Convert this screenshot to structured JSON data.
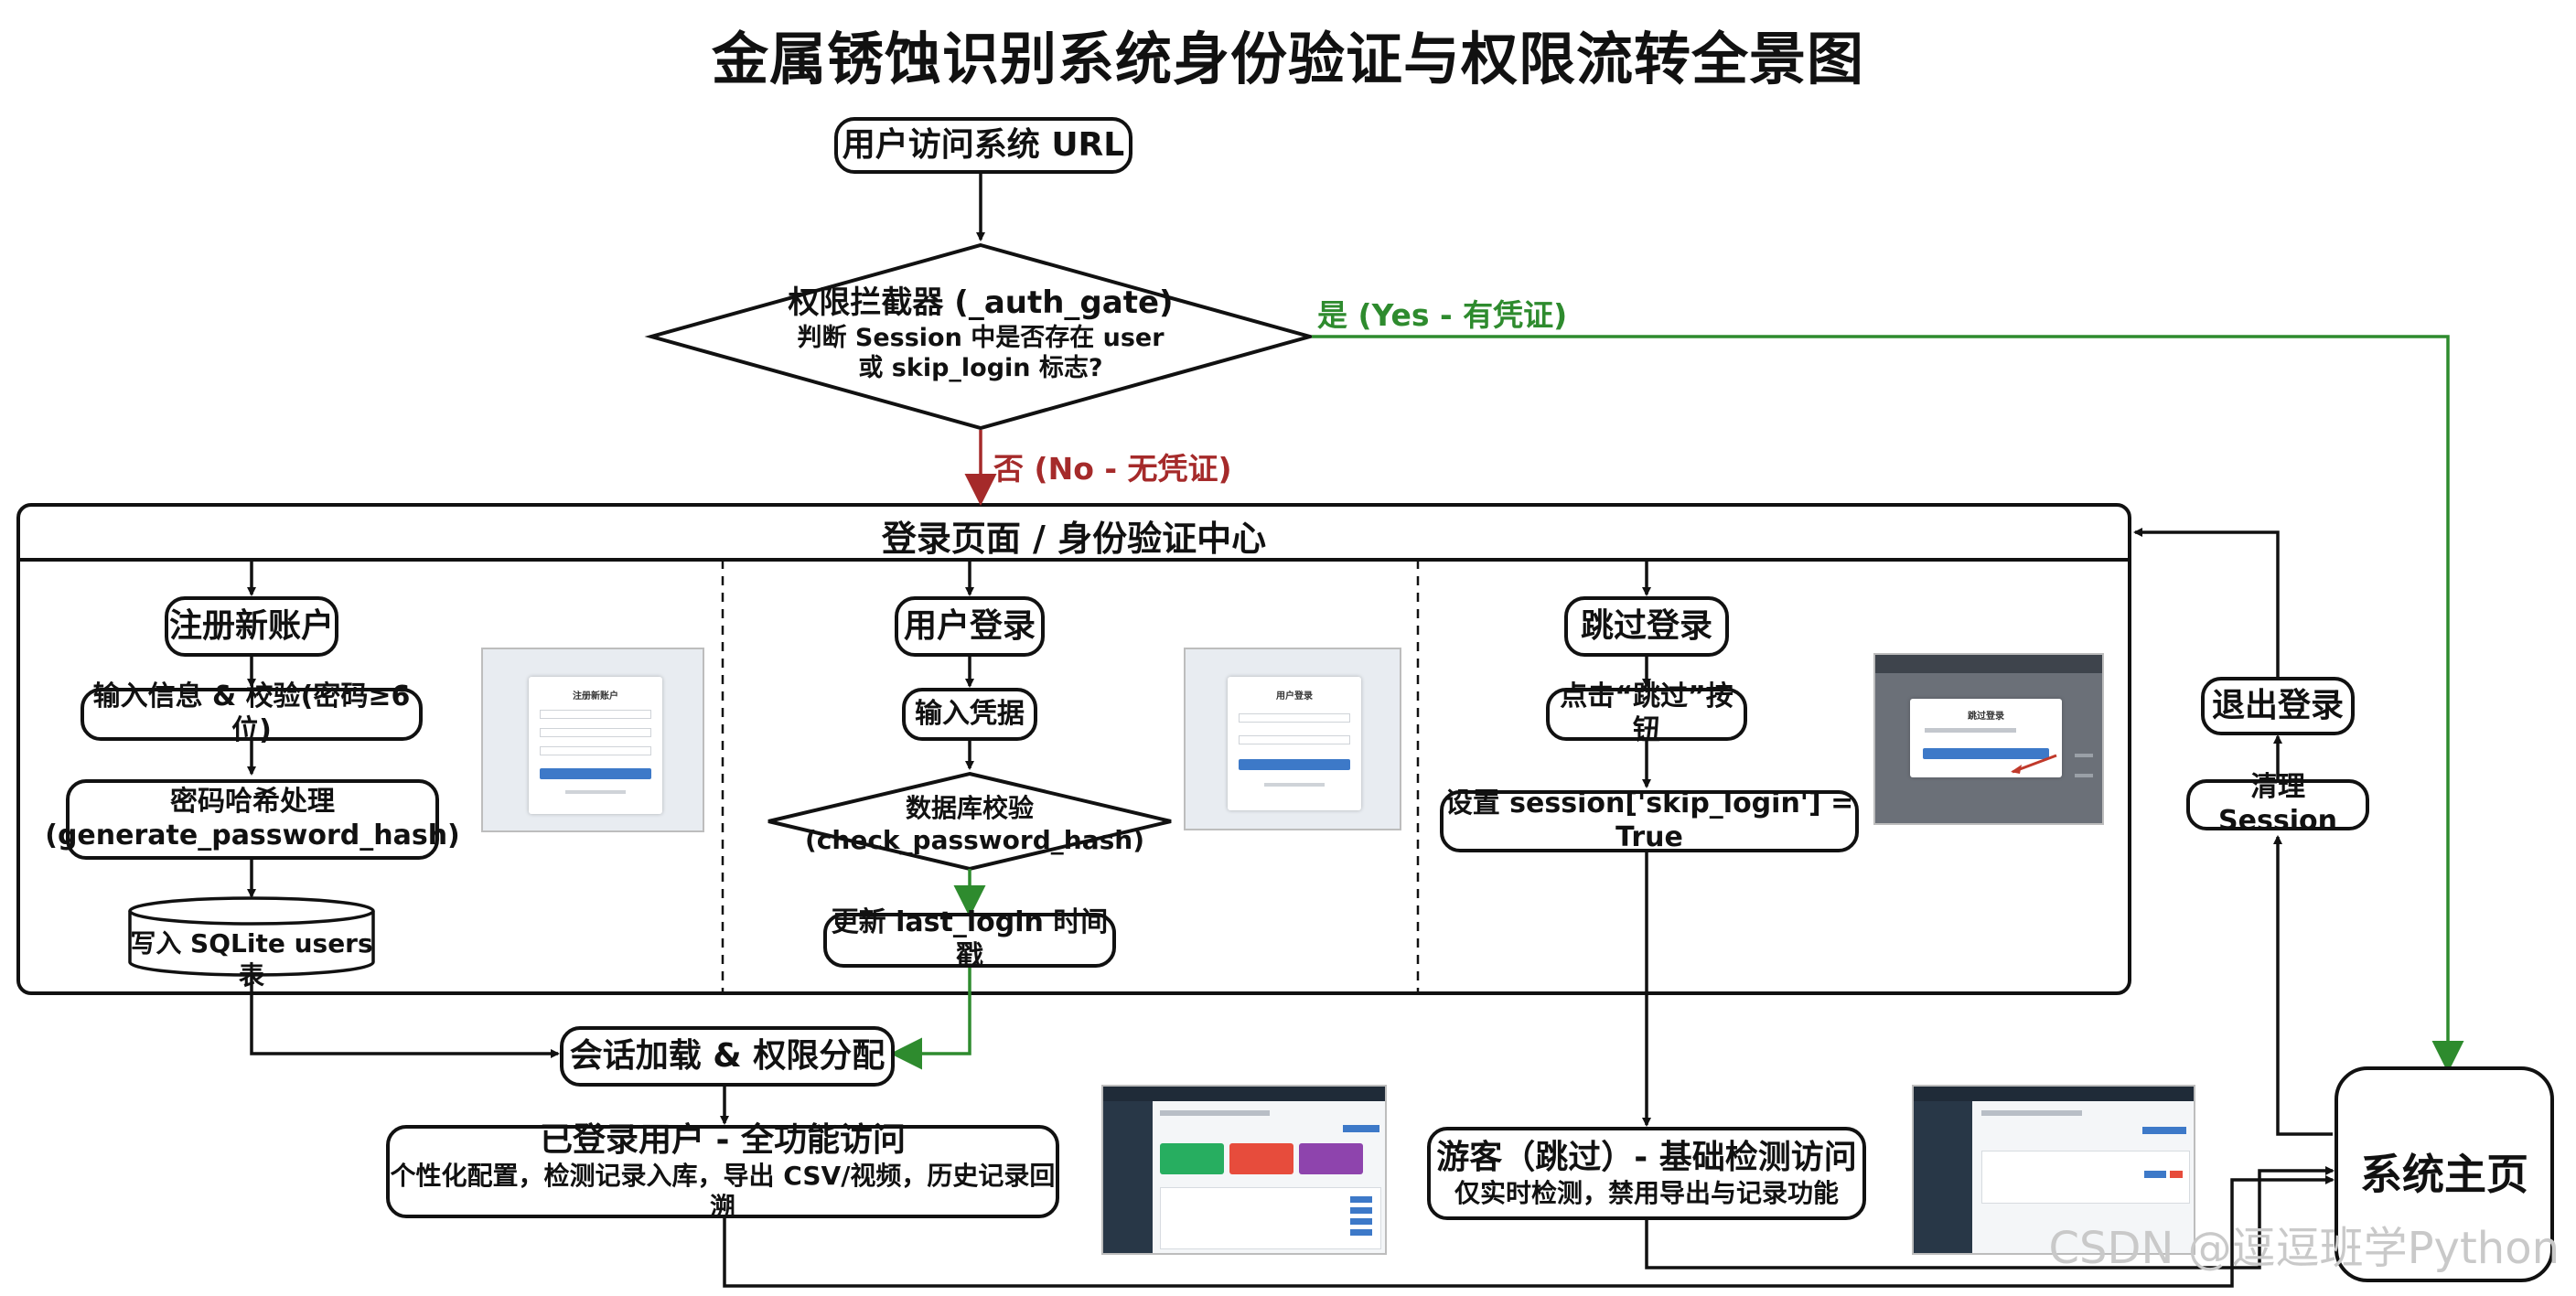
{
  "title": "金属锈蚀识别系统身份验证与权限流转全景图",
  "start": "用户访问系统 URL",
  "gate": {
    "line1": "权限拦截器 (_auth_gate)",
    "line2": "判断 Session 中是否存在 user",
    "line3": "或 skip_login 标志?"
  },
  "yes_label": "是 (Yes - 有凭证)",
  "no_label": "否 (No - 无凭证)",
  "login_center": "登录页面 / 身份验证中心",
  "register": {
    "head": "注册新账户",
    "input": "输入信息 & 校验(密码≥6位)",
    "hash_l1": "密码哈希处理",
    "hash_l2": "(generate_password_hash)",
    "db": "写入 SQLite users 表"
  },
  "login": {
    "head": "用户登录",
    "input": "输入凭据",
    "check_l1": "数据库校验",
    "check_l2": "(check_password_hash)",
    "update": "更新 last_login 时间戳"
  },
  "skip": {
    "head": "跳过登录",
    "click": "点击“跳过”按钮",
    "set": "设置 session['skip_login'] = True"
  },
  "session_load": "会话加载 & 权限分配",
  "logged_in": {
    "title": "已登录用户 - 全功能访问",
    "desc": "个性化配置，检测记录入库，导出 CSV/视频，历史记录回溯"
  },
  "guest": {
    "title": "游客（跳过）- 基础检测访问",
    "desc": "仅实时检测，禁用导出与记录功能"
  },
  "logout": "退出登录",
  "clear_session": "清理 Session",
  "home": "系统主页",
  "mock_register": {
    "title": "注册新账户"
  },
  "mock_login": {
    "title": "用户登录"
  },
  "mock_skip": {
    "title": "跳过登录"
  },
  "watermark": "CSDN @逗逗班学Python",
  "colors": {
    "yes": "#2e8b2e",
    "no": "#a52a2a",
    "line": "#111111"
  }
}
